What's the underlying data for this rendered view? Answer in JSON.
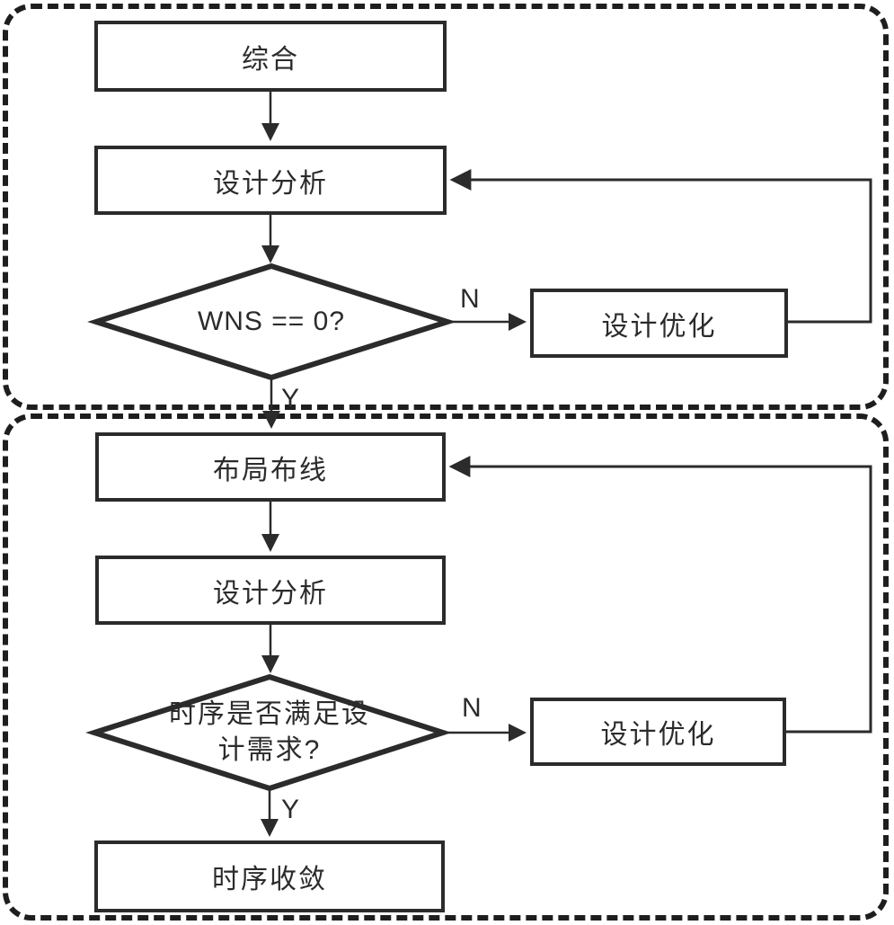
{
  "page": {
    "background": "#ffffff"
  },
  "colors": {
    "line": "#2b2b2b",
    "dashed_border": "#1e1e1e",
    "text": "#2b2b2b",
    "node_fill": "#ffffff"
  },
  "flowchart": {
    "type": "flowchart",
    "phases": [
      {
        "id": "synthesis-phase",
        "border_style": "dashed"
      },
      {
        "id": "place-and-route-phase",
        "border_style": "dashed"
      }
    ],
    "nodes": {
      "synthesis": {
        "label": "综合",
        "shape": "process"
      },
      "analysis1": {
        "label": "设计分析",
        "shape": "process"
      },
      "decision1": {
        "label": "WNS == 0?",
        "shape": "decision"
      },
      "optimize1": {
        "label": "设计优化",
        "shape": "process"
      },
      "place_route": {
        "label": "布局布线",
        "shape": "process"
      },
      "analysis2": {
        "label": "设计分析",
        "shape": "process"
      },
      "decision2": {
        "label": "时序是否满足设计需求?",
        "shape": "decision",
        "lines": [
          "时序是否满足设",
          "计需求?"
        ]
      },
      "optimize2": {
        "label": "设计优化",
        "shape": "process"
      },
      "closure": {
        "label": "时序收敛",
        "shape": "process"
      }
    },
    "edge_labels": {
      "decision1_no": "N",
      "decision1_yes": "Y",
      "decision2_no": "N",
      "decision2_yes": "Y"
    },
    "edges": [
      {
        "from": "synthesis",
        "to": "analysis1"
      },
      {
        "from": "analysis1",
        "to": "decision1"
      },
      {
        "from": "decision1",
        "to": "optimize1",
        "label": "N"
      },
      {
        "from": "optimize1",
        "to": "analysis1",
        "kind": "feedback-loop"
      },
      {
        "from": "decision1",
        "to": "place_route",
        "label": "Y"
      },
      {
        "from": "place_route",
        "to": "analysis2"
      },
      {
        "from": "analysis2",
        "to": "decision2"
      },
      {
        "from": "decision2",
        "to": "optimize2",
        "label": "N"
      },
      {
        "from": "optimize2",
        "to": "place_route",
        "kind": "feedback-loop"
      },
      {
        "from": "decision2",
        "to": "closure",
        "label": "Y"
      }
    ]
  }
}
